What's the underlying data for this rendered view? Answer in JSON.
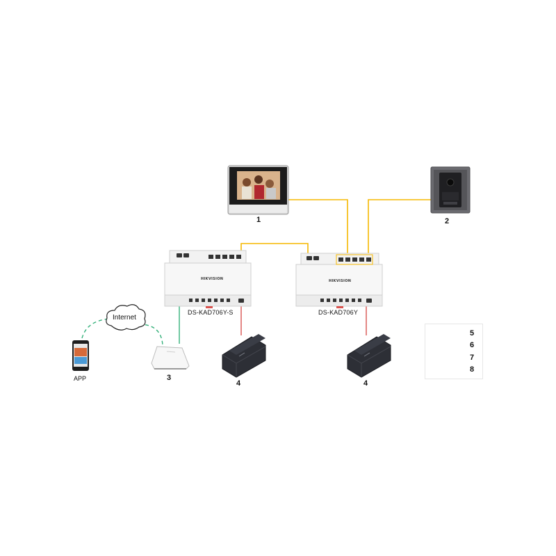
{
  "devices": {
    "indoor_monitor": {
      "number": "1"
    },
    "door_station": {
      "number": "2"
    },
    "router": {
      "number": "3"
    },
    "power_supply_left": {
      "number": "4"
    },
    "power_supply_right": {
      "number": "4"
    },
    "distributor_left": {
      "model": "DS-KAD706Y-S",
      "brand": "HIKVISION"
    },
    "distributor_right": {
      "model": "DS-KAD706Y",
      "brand": "HIKVISION"
    },
    "phone": {
      "label": "APP"
    },
    "cloud": {
      "label": "Internet"
    }
  },
  "legend": {
    "items": [
      {
        "number": "5",
        "color": "#f5b800",
        "style": "solid"
      },
      {
        "number": "6",
        "color": "#33b07a",
        "style": "solid"
      },
      {
        "number": "7",
        "color": "#3a8fd8",
        "style": "dashed"
      },
      {
        "number": "8",
        "color": "#d9534f",
        "style": "solid"
      }
    ]
  },
  "colors": {
    "two_wire": "#f5b800",
    "network": "#33b07a",
    "wireless": "#3a8fd8",
    "power": "#d9534f"
  }
}
